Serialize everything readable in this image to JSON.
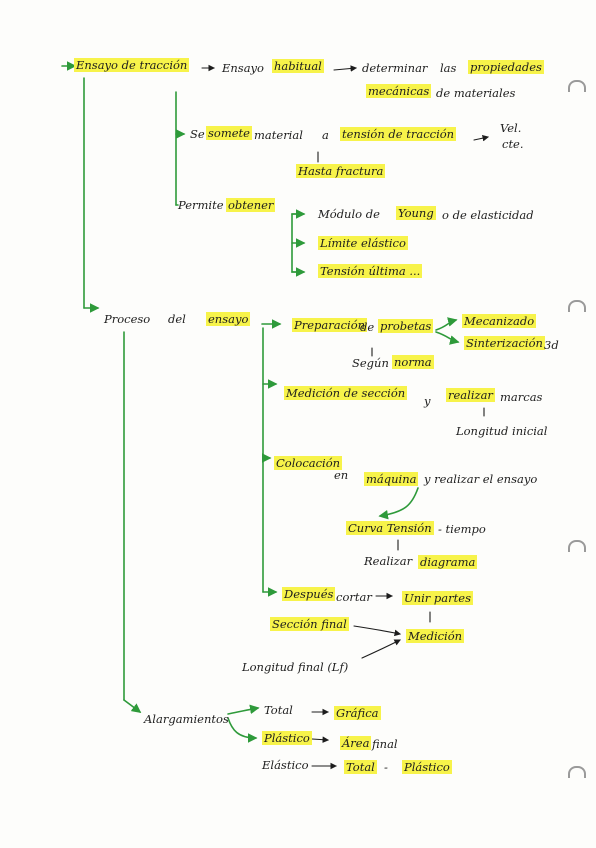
{
  "nodes": {
    "ensayo_traccion": "Ensayo de tracción",
    "ensayo_habitual": "Ensayo habitual",
    "determinar": "determinar",
    "las": "las",
    "propiedades": "propiedades",
    "mecanicas": "mecánicas",
    "de_materiales": "de materiales",
    "se_somete": "Se somete",
    "material": "material",
    "a": "a",
    "tension_traccion": "tensión de tracción",
    "vel": "Vel.",
    "cte": "cte.",
    "hasta_fractura": "Hasta fractura",
    "permite": "Permite",
    "obtener": "obtener",
    "modulo": "Módulo de",
    "young": "Young",
    "elasticidad": "o de elasticidad",
    "limite_elastico": "Límite elástico",
    "tension_ultima": "Tensión última ...",
    "proceso": "Proceso",
    "del": "del",
    "ensayo": "ensayo",
    "preparacion": "Preparación",
    "de_probetas_de": "de",
    "probetas": "probetas",
    "mecanizado": "Mecanizado",
    "sinterizacion": "Sinterización",
    "d3": "3d",
    "segun": "Según",
    "norma": "norma",
    "medicion_seccion": "Medición de sección",
    "y1": "y",
    "realizar": "realizar",
    "marcas": "marcas",
    "longitud_inicial": "Longitud inicial",
    "colocacion": "Colocación",
    "en": "en",
    "maquina": "máquina",
    "y_realizar": "y realizar el ensayo",
    "curva_tension": "Curva Tensión",
    "tiempo": "- tiempo",
    "realizar_diagrama_a": "Realizar",
    "diagrama": "diagrama",
    "despues": "Después",
    "cortar": "cortar",
    "unir_partes": "Unir partes",
    "seccion_final": "Sección final",
    "medicion": "Medición",
    "longitud_final": "Longitud final (Lf)",
    "alargamientos": "Alargamientos",
    "total": "Total",
    "grafica": "Gráfica",
    "plastico": "Plástico",
    "area_final": "Área final",
    "elastico": "Elástico",
    "total2": "Total",
    "guion": "-",
    "plastico2": "Plástico"
  },
  "colors": {
    "highlight": "#f7f34a",
    "branch": "#2e9a3a",
    "ink": "#1d1d1d"
  }
}
